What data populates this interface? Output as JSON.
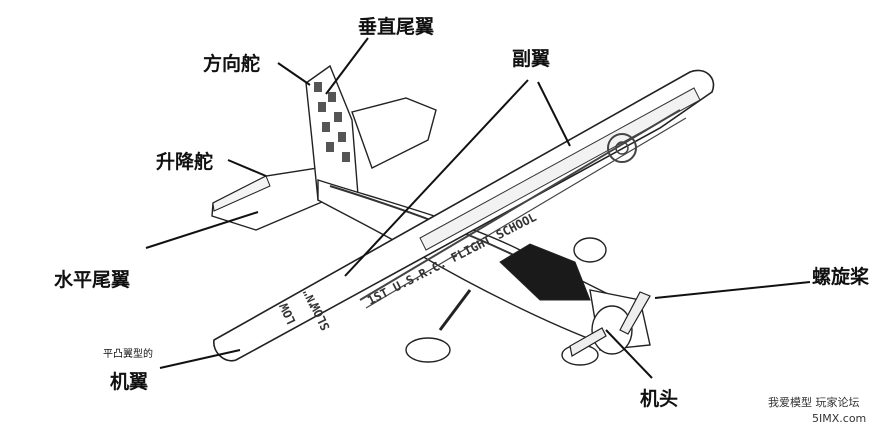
{
  "labels": {
    "vertical_tail": "垂直尾翼",
    "rudder": "方向舵",
    "aileron": "副翼",
    "elevator": "升降舵",
    "horizontal_tail": "水平尾翼",
    "propeller": "螺旋桨",
    "wing_note": "平凸翼型的",
    "wing": "机翼",
    "nose": "机头"
  },
  "wing_print": {
    "school": "1ST U.S.R.C. FLIGHT SCHOOL",
    "slow": "SLOW",
    "n": "\"N\"",
    "low": "LOW"
  },
  "watermark": {
    "line1": "我爱模型 玩家论坛",
    "line2": "5IMX.com"
  }
}
